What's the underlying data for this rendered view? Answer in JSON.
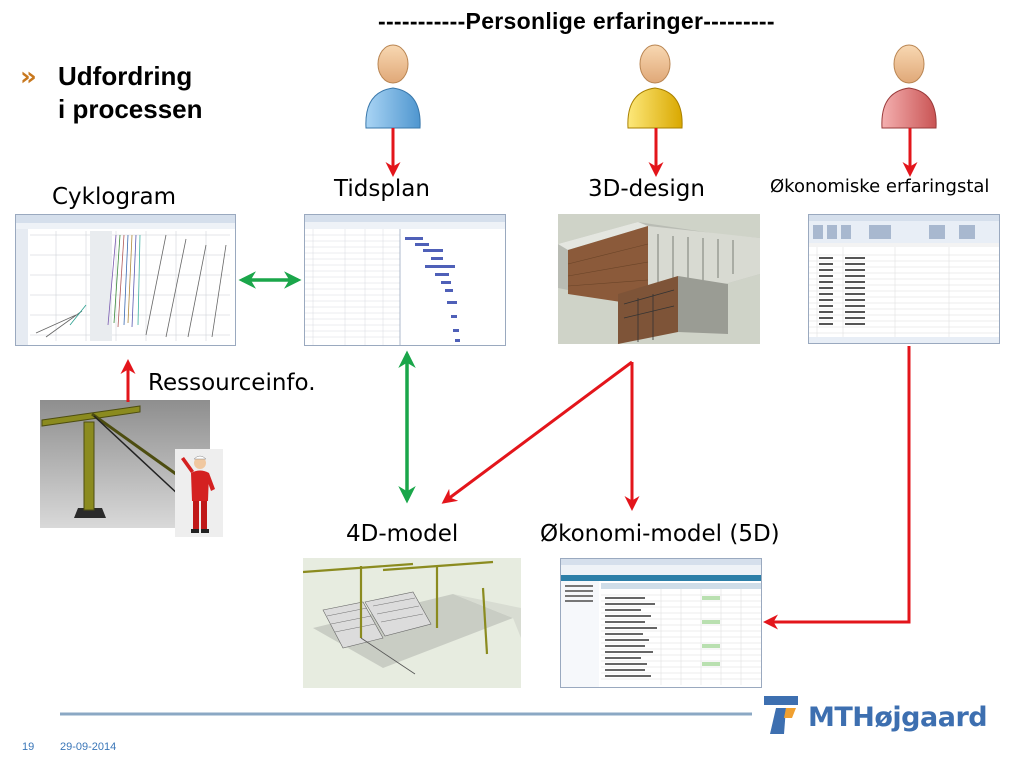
{
  "slide": {
    "heading": "-----------Personlige erfaringer---------",
    "title_line1": "Udfordring",
    "title_line2": "i processen",
    "bullet": "»",
    "footer_page": "19",
    "footer_date": "29-09-2014",
    "logo": "MTHøjgaard"
  },
  "nodes": {
    "cyklogram": "Cyklogram",
    "tidsplan": "Tidsplan",
    "design3d": "3D-design",
    "okonomiske": "Økonomiske erfaringstal",
    "ressource": "Ressourceinfo.",
    "model4d": "4D-model",
    "model5d": "Økonomi-model (5D)"
  },
  "colors": {
    "red_arrow": "#e3151b",
    "green_arrow": "#1aa64a",
    "person_blue": "#7ab8e6",
    "person_yellow": "#f2c20c",
    "person_red": "#e07a7a",
    "accent": "#c8781e",
    "logo_blue": "#3d6fb0"
  },
  "icons": [
    "person-blue-icon",
    "person-yellow-icon",
    "person-red-icon",
    "crane-image",
    "worker-image",
    "mthojgaard-logo-icon"
  ]
}
